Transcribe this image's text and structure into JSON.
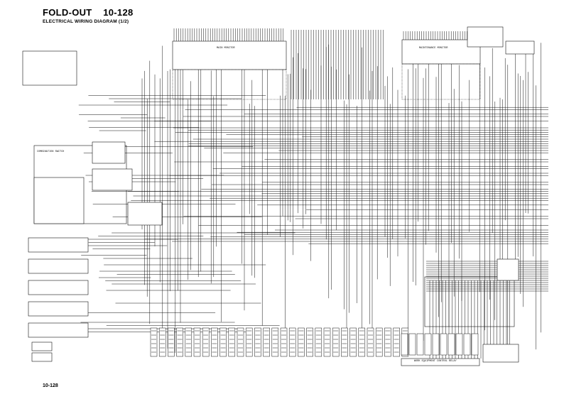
{
  "header": {
    "foldout": "FOLD-OUT",
    "page_code": "10-128",
    "subtitle": "ELECTRICAL WIRING DIAGRAM (1/2)"
  },
  "footer": {
    "page_code": "10-128"
  },
  "blocks": {
    "main_monitor": "MAIN MONITOR",
    "maintenance_monitor": "MAINTENANCE MONITOR",
    "work_equipment_control_relay": "WORK EQUIPMENT CONTROL RELAY",
    "combination_switch": "COMBINATION SWITCH"
  },
  "colors": {
    "ink": "#111111",
    "paper": "#ffffff"
  }
}
